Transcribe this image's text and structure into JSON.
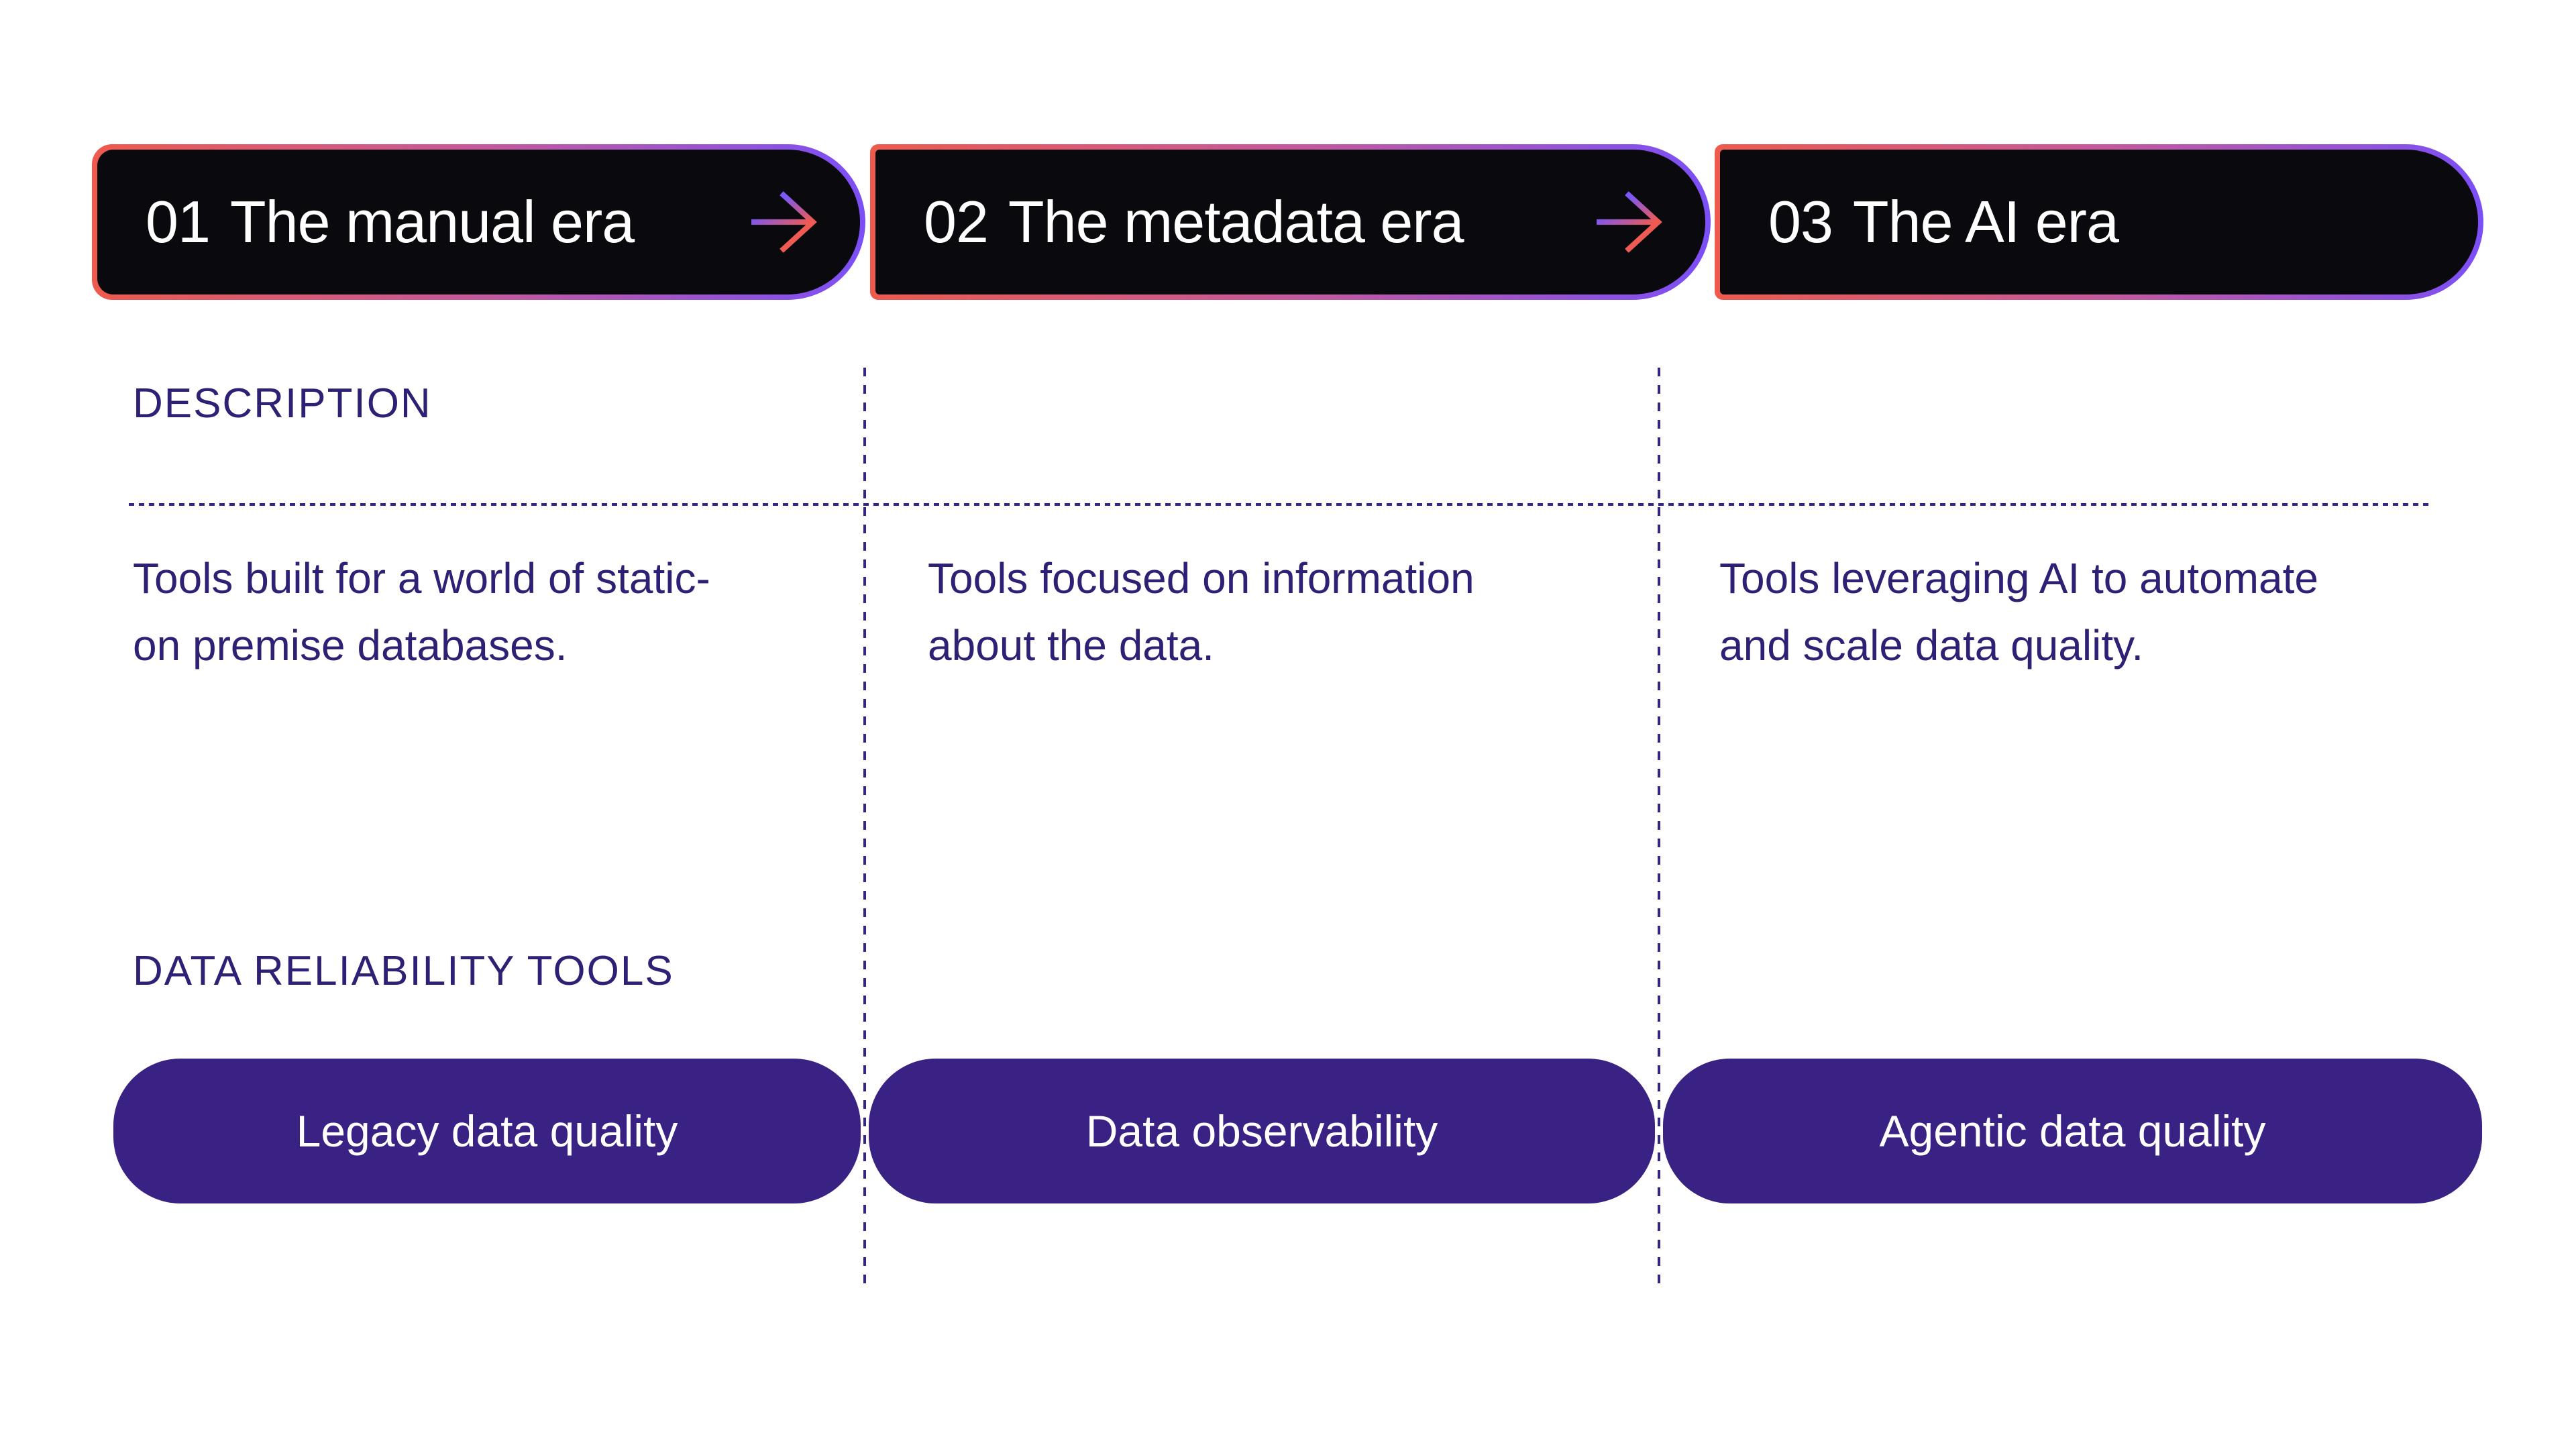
{
  "colors": {
    "background": "#ffffff",
    "era_pill_fill": "#0a090e",
    "era_border_gradient_start": "#ef5a4d",
    "era_border_gradient_end": "#7b4ff7",
    "arrow_gradient_start": "#7b58f7",
    "arrow_gradient_end": "#ef5a52",
    "indigo_text": "#2e2074",
    "dotted_line": "#33258a",
    "tool_pill_fill": "#3a2284",
    "pill_text": "#ffffff"
  },
  "eras": [
    {
      "number": "01",
      "title": "The manual era"
    },
    {
      "number": "02",
      "title": "The metadata era"
    },
    {
      "number": "03",
      "title": "The AI era"
    }
  ],
  "section_labels": {
    "description": "DESCRIPTION",
    "tools": "DATA RELIABILITY TOOLS"
  },
  "columns": [
    {
      "description_lines": [
        "Tools built for a world of static-",
        "on premise databases."
      ],
      "tool": "Legacy data quality"
    },
    {
      "description_lines": [
        "Tools focused on information",
        "about the data."
      ],
      "tool": "Data observability"
    },
    {
      "description_lines": [
        "Tools leveraging AI to automate",
        "and scale data quality."
      ],
      "tool": "Agentic data quality"
    }
  ]
}
